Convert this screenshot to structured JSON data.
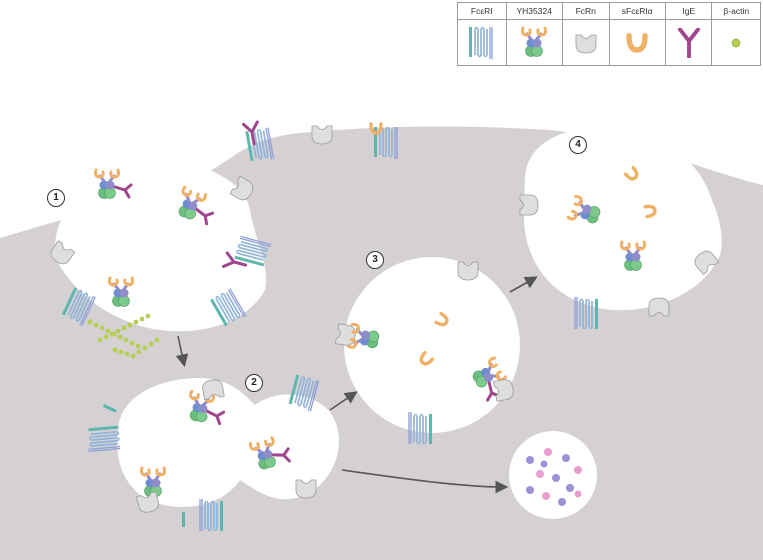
{
  "legend": {
    "items": [
      {
        "label": "FcεRI",
        "icon": "fceri-receptor-icon"
      },
      {
        "label": "YH35324",
        "icon": "yh35324-molecule-icon"
      },
      {
        "label": "FcRn",
        "icon": "fcrn-receptor-icon"
      },
      {
        "label": "sFcεRIα",
        "icon": "sfceri-alpha-icon"
      },
      {
        "label": "IgE",
        "icon": "ige-antibody-icon"
      },
      {
        "label": "β-actin",
        "icon": "beta-actin-icon"
      }
    ]
  },
  "steps": [
    "1",
    "2",
    "3",
    "4"
  ],
  "colors": {
    "cytoplasm": "#d5d1d3",
    "receptor_blue": "#8fb4d8",
    "receptor_teal": "#5fb6ae",
    "ige_magenta": "#a0468e",
    "fc_purple": "#8f8cc9",
    "fc_blue": "#6d8fd1",
    "green": "#6cbf7e",
    "orange": "#f0b066",
    "fcrn_gray": "#dcdcdc",
    "actin": "#b6cf55"
  }
}
